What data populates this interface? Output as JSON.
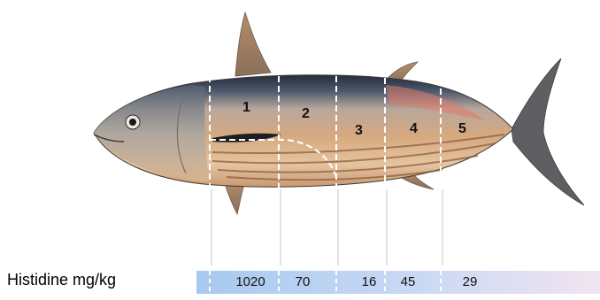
{
  "figure": {
    "row_label": "Histidine mg/kg",
    "sections": [
      {
        "label": "1",
        "value": "1020"
      },
      {
        "label": "2",
        "value": "70"
      },
      {
        "label": "3",
        "value": "16"
      },
      {
        "label": "4",
        "value": "45"
      },
      {
        "label": "5",
        "value": "29"
      }
    ]
  },
  "colors": {
    "bar_dark": "#a7c9ef",
    "bar_light": "#f2e4f1",
    "fish_body": "#d9ad84",
    "fish_back": "#1d2430",
    "fish_belly": "#ead3b8",
    "divider": "#ffffff"
  }
}
